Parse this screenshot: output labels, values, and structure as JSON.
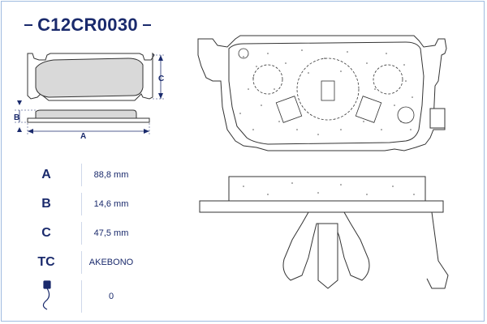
{
  "part_number": "C12CR0030",
  "colors": {
    "accent": "#1a2a6c",
    "frame": "#9fbbe0",
    "pad_fill": "#d9d9d9"
  },
  "dimension_letters": {
    "a": "A",
    "b": "B",
    "c": "C"
  },
  "specs": [
    {
      "key": "A",
      "value": "88,8 mm"
    },
    {
      "key": "B",
      "value": "14,6 mm"
    },
    {
      "key": "C",
      "value": "47,5 mm"
    },
    {
      "key": "TC",
      "value": "AKEBONO"
    }
  ],
  "sensor": {
    "icon": "wear-sensor-icon",
    "value": "0"
  }
}
